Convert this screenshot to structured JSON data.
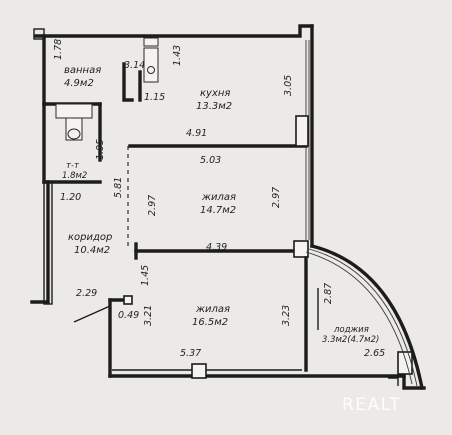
{
  "rooms": {
    "bathroom": {
      "name": "ванная",
      "area": "4.9м2"
    },
    "kitchen": {
      "name": "кухня",
      "area": "13.3м2"
    },
    "toilet": {
      "name": "т-т",
      "area": "1.8м2"
    },
    "living_1": {
      "name": "жилая",
      "area": "14.7м2"
    },
    "corridor": {
      "name": "коридор",
      "area": "10.4м2"
    },
    "living_2": {
      "name": "жилая",
      "area": "16.5м2"
    },
    "loggia": {
      "name": "лоджия",
      "area": "3.3м2(4.7м2)"
    }
  },
  "dimensions": {
    "bath_height": "1.78",
    "bath_width": "3.14",
    "bath_niche": "1.43",
    "bath_bottom": "1.15",
    "kitchen_height": "3.05",
    "kitchen_width": "4.91",
    "toilet_height": "1.95",
    "living1_top": "5.03",
    "corridor_length": "5.81",
    "living1_left": "2.97",
    "living1_right": "2.97",
    "corridor_width": "1.20",
    "living1_bottom": "4.39",
    "entry_width": "2.29",
    "living2_left_upper": "1.45",
    "living2_left_lower": "3.21",
    "door_jamb": "0.49",
    "living2_right": "3.23",
    "loggia_depth": "2.87",
    "living2_bottom": "5.37",
    "loggia_width": "2.65"
  },
  "watermark": "REALT"
}
